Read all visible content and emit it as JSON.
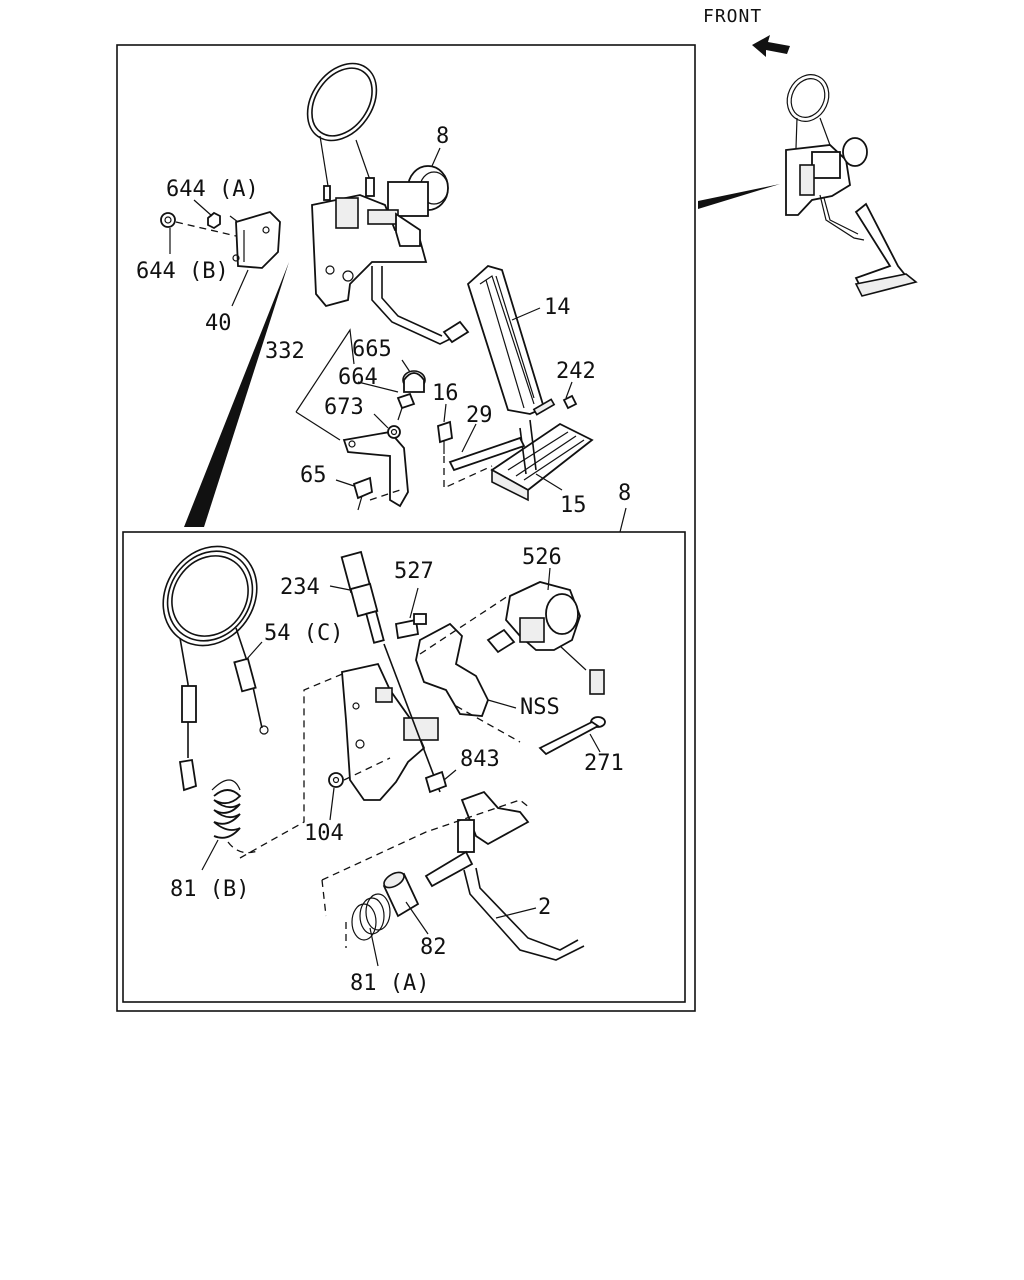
{
  "orientation": {
    "front_label": "FRONT",
    "arrow_icon": "front-arrow-icon"
  },
  "labels": {
    "p8_top": "8",
    "p644a": "644 (A)",
    "p644b": "644 (B)",
    "p40": "40",
    "p332": "332",
    "p665": "665",
    "p664": "664",
    "p673": "673",
    "p65": "65",
    "p14": "14",
    "p242": "242",
    "p16": "16",
    "p29": "29",
    "p15": "15",
    "p8_box": "8",
    "p234": "234",
    "p527": "527",
    "p526": "526",
    "p54c": "54 (C)",
    "pNSS": "NSS",
    "p271": "271",
    "p843": "843",
    "p104": "104",
    "p81b": "81 (B)",
    "p2": "2",
    "p82": "82",
    "p81a": "81 (A)"
  }
}
